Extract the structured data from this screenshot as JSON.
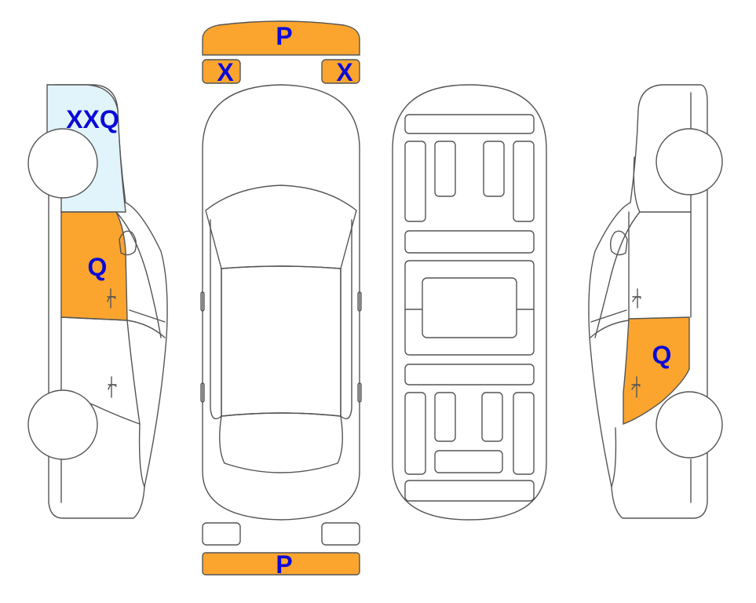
{
  "colors": {
    "damage_fill": "#FBA52F",
    "glass_fill": "#E2F4FB",
    "label_text": "#0A0AD6",
    "outline": "#555555"
  },
  "marks": {
    "front_bumper": "P",
    "front_left_headlight": "X",
    "front_right_headlight": "X",
    "rear_bumper": "P",
    "left_front_window": "XXQ",
    "left_front_door": "Q",
    "right_rear_door": "Q"
  }
}
